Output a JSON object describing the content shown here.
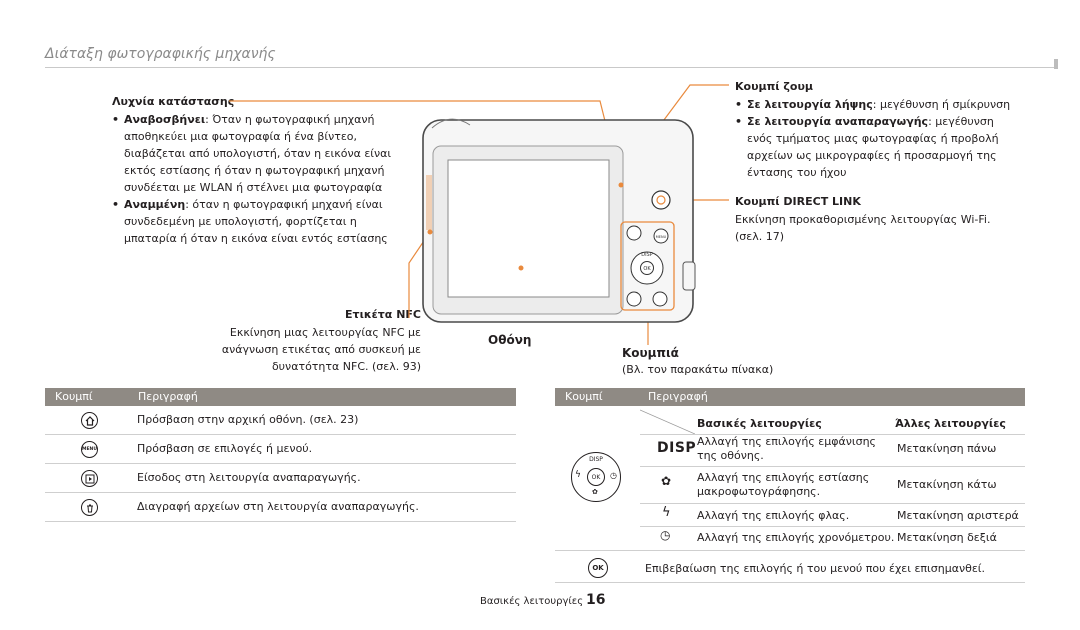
{
  "header": {
    "title": "Διάταξη φωτογραφικής μηχανής"
  },
  "status_lamp": {
    "title": "Λυχνία κατάστασης",
    "items": [
      {
        "bold": "Αναβοσβήνει",
        "text": ": Όταν η φωτογραφική μηχανή αποθηκεύει μια φωτογραφία ή ένα βίντεο, διαβάζεται από υπολογιστή, όταν η εικόνα είναι εκτός εστίασης ή όταν η φωτογραφική μηχανή συνδέεται με WLAN ή στέλνει μια φωτογραφία"
      },
      {
        "bold": "Αναμμένη",
        "text": ": όταν η φωτογραφική μηχανή είναι συνδεδεμένη με υπολογιστή, φορτίζεται η μπαταρία ή όταν η εικόνα είναι εντός εστίασης"
      }
    ]
  },
  "nfc": {
    "title": "Ετικέτα NFC",
    "lines": [
      "Εκκίνηση μιας λειτουργίας NFC με",
      "ανάγνωση ετικέτας από συσκευή με",
      "δυνατότητα NFC. (σελ. 93)"
    ]
  },
  "screen_label": "Οθόνη",
  "zoom": {
    "title": "Κουμπί ζουμ",
    "items": [
      {
        "bold": "Σε λειτουργία λήψης",
        "text": ": μεγέθυνση ή σμίκρυνση"
      },
      {
        "bold": "Σε λειτουργία αναπαραγωγής",
        "text": ": μεγέθυνση ενός τμήματος μιας φωτογραφίας ή προβολή αρχείων ως μικρογραφίες ή προσαρμογή της έντασης του ήχου"
      }
    ]
  },
  "direct_link": {
    "title": "Κουμπί DIRECT LINK",
    "lines": [
      "Εκκίνηση προκαθορισμένης λειτουργίας Wi-Fi.",
      "(σελ. 17)"
    ]
  },
  "buttons_label": {
    "title": "Κουμπιά",
    "sub": "(Βλ. τον παρακάτω πίνακα)"
  },
  "camera": {
    "disp": "DISP",
    "ok": "OK",
    "menu": "MENU"
  },
  "left_table": {
    "headers": [
      "Κουμπί",
      "Περιγραφή"
    ],
    "rows": [
      {
        "icon": "home-icon",
        "text": "Πρόσβαση στην αρχική οθόνη. (σελ. 23)"
      },
      {
        "icon": "menu-icon",
        "icon_text": "MENU",
        "text": "Πρόσβαση σε επιλογές ή μενού."
      },
      {
        "icon": "playback-icon",
        "text": "Είσοδος στη λειτουργία αναπαραγωγής."
      },
      {
        "icon": "delete-icon",
        "text": "Διαγραφή αρχείων στη λειτουργία αναπαραγωγής."
      }
    ]
  },
  "right_table": {
    "headers": [
      "Κουμπί",
      "Περιγραφή"
    ],
    "sub_headers": [
      "Βασικές λειτουργίες",
      "Άλλες λειτουργίες"
    ],
    "dial": {
      "disp": "DISP",
      "ok": "OK"
    },
    "rows": [
      {
        "key": "DISP",
        "icon": "disp-icon",
        "basic": "Αλλαγή της επιλογής εμφάνισης της οθόνης.",
        "other": "Μετακίνηση πάνω"
      },
      {
        "key": "",
        "icon": "macro-icon",
        "basic": "Αλλαγή της επιλογής εστίασης μακροφωτογράφησης.",
        "other": "Μετακίνηση κάτω"
      },
      {
        "key": "",
        "icon": "flash-icon",
        "basic": "Αλλαγή της επιλογής φλας.",
        "other": "Μετακίνηση αριστερά"
      },
      {
        "key": "",
        "icon": "timer-icon",
        "basic": "Αλλαγή της επιλογής χρονόμετρου.",
        "other": "Μετακίνηση δεξιά"
      }
    ],
    "ok_row": {
      "key": "OK",
      "text": "Επιβεβαίωση της επιλογής ή του μενού που έχει επισημανθεί."
    }
  },
  "footer": {
    "section": "Βασικές λειτουργίες",
    "page": "16"
  },
  "colors": {
    "accent": "#e98a3d",
    "table_header": "#8f8a84"
  }
}
